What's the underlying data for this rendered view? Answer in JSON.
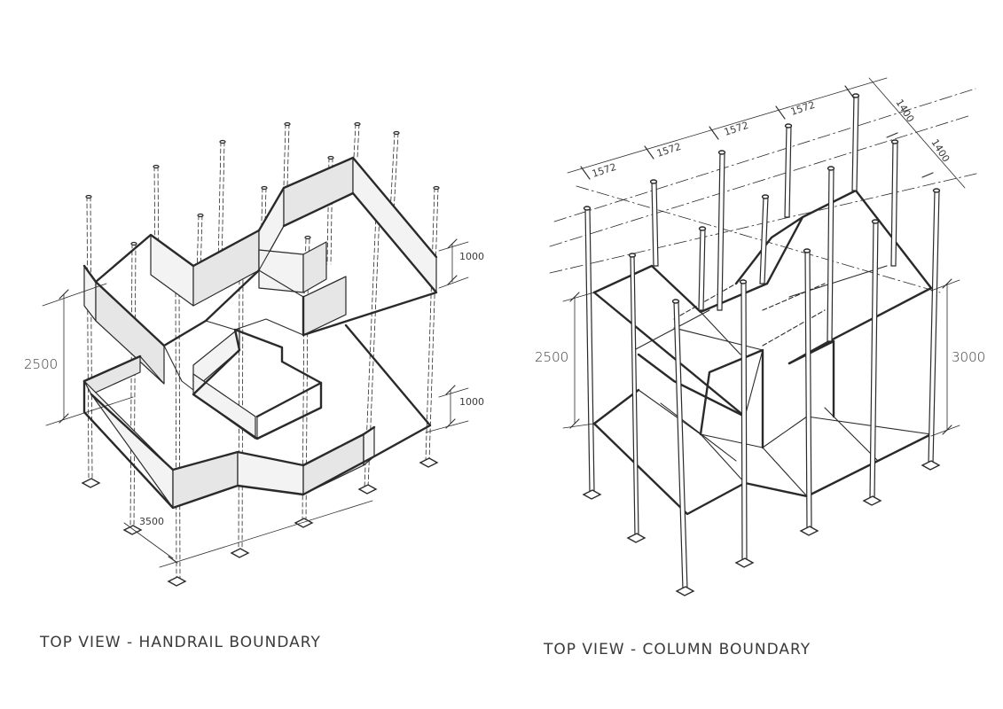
{
  "left_drawing": {
    "caption": "TOP VIEW - HANDRAIL BOUNDARY",
    "dim_height": "2500",
    "dim_top_rail": "1000",
    "dim_bottom_rail": "1000",
    "dim_span": "3500"
  },
  "right_drawing": {
    "caption": "TOP VIEW - COLUMN BOUNDARY",
    "dim_height_left": "2500",
    "dim_height_right": "3000",
    "dim_bay_1": "1572",
    "dim_bay_2": "1572",
    "dim_bay_3": "1572",
    "dim_bay_4": "1572",
    "dim_depth_1": "1400",
    "dim_depth_2": "1400"
  }
}
